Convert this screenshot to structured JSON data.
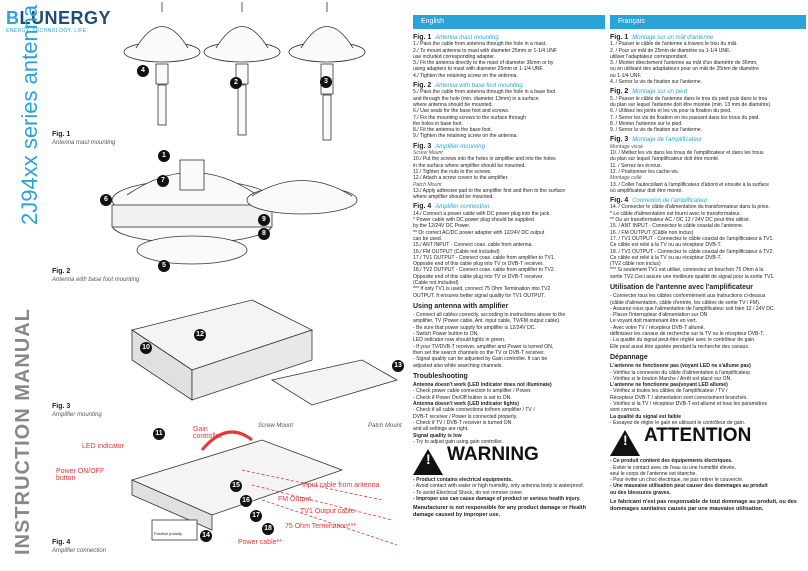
{
  "brand": {
    "logo_b": "B",
    "logo_rest": "LUNERGY",
    "tagline": "ENERGY. TECHNOLOGY. LIFE."
  },
  "manual_title": "INSTRUCTION MANUAL",
  "model_subtitle": "2J94xx series antenna",
  "figures": [
    {
      "label": "Fig. 1",
      "caption": "Antenna mast mounting"
    },
    {
      "label": "Fig. 2",
      "caption": "Antenna with base foot mounting"
    },
    {
      "label": "Fig. 3",
      "caption": "Amplifier mounting"
    },
    {
      "label": "Fig. 4",
      "caption": "Amplifier connection"
    }
  ],
  "fig3_labels": {
    "screw": "Screw Mount",
    "patch": "Patch Mount"
  },
  "fig4_callouts": {
    "led": "LED indicator",
    "gain": "Gain controller",
    "power": "Power ON/OFF button",
    "input": "Input cable from antenna",
    "fm": "FM Output",
    "tv1": "TV1 Output cable",
    "term": "75 Ohm Termination***",
    "powercable": "Power cable**",
    "polarity": "Positive polarity"
  },
  "english": {
    "header": "English",
    "fig1": {
      "title": "Fig. 1",
      "sub": "Antenna mast mounting",
      "lines": [
        "1./ Pass the cable from antenna through the hole in a mast.",
        "2./ To mount antenna to mast with diameter 25mm or 1-1/4 UNF",
        "     use included corresponding adapter.",
        "3./ Fit the antenna directly to the mast of diameter 36mm or by",
        "     using adapters to mast with diameter 25mm or 1-1/4 UNF.",
        "4./ Tighten the retaining screw on the antenna."
      ]
    },
    "fig2": {
      "title": "Fig. 2",
      "sub": "Antenna with base foot mounting",
      "lines": [
        "5./ Pass the cable from antenna through the hole in a base foot",
        "     and through the hole (min. diameter 13mm) in a surface",
        "     where antenna should be mounted.",
        "6./ Use seals for the base foot and screws.",
        "7./ Fix the mounting screws to the surface through",
        "     the holes in base foot.",
        "8./ Fit the antenna to the base foot.",
        "9./ Tighten the retaining screw on the antenna."
      ]
    },
    "fig3": {
      "title": "Fig. 3",
      "sub": "Amplifier mounting",
      "lines": [
        "Screw Mount",
        "10./ Put the screws into the holes in amplifier and into the holes",
        "      in the surface where amplifier should be mounted.",
        "11./ Tighten the nuts to the screws.",
        "12./ Attach a screw covers to the amplifier.",
        "Patch Mount",
        "13./ Apply adhesive pad to the amplifier first and then to the surface",
        "      where amplifier should be mounted."
      ]
    },
    "fig4": {
      "title": "Fig. 4",
      "sub": "Amplifier connection",
      "lines": [
        "14./ Connect a power cable with DC power plug into the jack.",
        "* Power cable with DC power plug should be supplied",
        "   by the 12/24V DC Power.",
        "** Or correct AC/DC power adapter with 12/24V DC output",
        "   can be used.",
        "15./ ANT INPUT - Connect coax. cable from antenna.",
        "16./ FM OUTPUT (Cable not included)",
        "17./ TV1 OUTPUT - Connect coax. cable from amplifier to TV1.",
        "      Opposite end of this cable plug into TV or DVB-T receiver.",
        "18./ TV2 OUTPUT - Connect coax. cable from amplifier to TV2.",
        "      Opposite end of this cable plug into TV or DVB-T receiver.",
        "      (Cable not included)",
        "*** If only TV1 is used, connect 75 Ohm Termination into TV2",
        "      OUTPUT. It ensures better signal quality for TV1 OUTPUT."
      ]
    },
    "using": {
      "title": "Using antenna with amplifier",
      "lines": [
        "- Connect all cables correctly, according to instructions above to the",
        "amplifier, TV (Power cable, Ant. input cable, TV/FM output cable).",
        "- Be sure that power supply for amplifier is 12/24V DC.",
        "- Switch Power button to ON,",
        "LED indicator now should lights in green.",
        "- If your TV/DVB-T receiver, amplifier and Power is turned ON,",
        "then set the search channels on the TV or DVB-T receiver.",
        "- Signal quality can be adjusted by Gain controller. It can be",
        "adjusted also while searching channels."
      ]
    },
    "trouble": {
      "title": "Troubleshooting",
      "lines": [
        {
          "t": "Antenna doesn't work (LED indicator does not illuminate)",
          "b": true
        },
        {
          "t": "- Check power cable connection to amplifier / Power.",
          "b": false
        },
        {
          "t": "- Check if Power On/Off button is set to ON.",
          "b": false
        },
        {
          "t": "Antenna doesn't work (LED indicator lights)",
          "b": true
        },
        {
          "t": "- Check if all cable connections to/from amplifier / TV /",
          "b": false
        },
        {
          "t": "  DVB-T receiver / Power is connected properly.",
          "b": false
        },
        {
          "t": "- Check if TV / DVB-T receiver is turned ON",
          "b": false
        },
        {
          "t": "  and all settings are right.",
          "b": false
        },
        {
          "t": "Signal quality is low",
          "b": true
        },
        {
          "t": "- Try to adjust gain using gain controller.",
          "b": false
        }
      ]
    },
    "warning": {
      "word": "WARNING",
      "lines": [
        {
          "t": "- Product contains electrical equipments.",
          "b": true
        },
        {
          "t": "- Avoid contact with water or high humidity, only antenna body is waterproof.",
          "b": false
        },
        {
          "t": "- To avoid Electrical Shock, do not remove cover.",
          "b": false
        },
        {
          "t": "- Improper use can cause damage of product or serious health injury.",
          "b": true
        }
      ],
      "footer": "Manufacturer is not responsible for any product damage or Health damage caused by improper use."
    }
  },
  "french": {
    "header": "Français",
    "fig1": {
      "title": "Fig. 1",
      "sub": "Montage sur un mât d'antenne",
      "lines": [
        "1. / Passer le câble de l'antenne à travers le trou du mât.",
        "2. / Pour un mât de 25mm de diamètre ou 1-1/4 UNF,",
        "utiliser l'adaptateur correspondant.",
        "3. / Monter directement l'antenne au mât d'un diamètre de 36mm,",
        "ou en utilisant des adaptateurs pour un mât de 25mm de diamètre",
        "ou 1-1/4 UNF.",
        "4. / Serrer la vis de fixation sur l'antenne."
      ]
    },
    "fig2": {
      "title": "Fig. 2",
      "sub": "Montage sur un pied",
      "lines": [
        "5. / Passer le câble de l'antenne dans le trou du pied puis dans le trou",
        "du plan sur lequel l'antenne doit être montée (min. 13 mm de diamètre).",
        "6. / Utilisez les joints et les vis pour la fixation du pied.",
        "7. / Serrer les vis de fixation en les passant dans les trous du pied.",
        "8. / Monter l'antenne sur le pied.",
        "9. / Serrer la vis de fixation sur l'antenne."
      ]
    },
    "fig3": {
      "title": "Fig. 3",
      "sub": "Montage de l'amplificateur",
      "lines": [
        "Montage vissé",
        "10. / Mettez les vis dans les trous de l'amplificateur et dans les trous",
        "du plan sur lequel l'amplificateur doit être monté.",
        "11. / Serrez les écrous.",
        "12. / Positionner les cache-vis.",
        "Montage collé",
        "13. / Coller l'autocollant à l'amplificateur d'abord et ensuite à la surface",
        "où amplificateur doit être monté."
      ]
    },
    "fig4": {
      "title": "Fig. 4",
      "sub": "Connexion de l'amplificateur",
      "lines": [
        "14. / Connecter le câble d'alimentation du transformateur dans la prise.",
        "* Le câble d'alimentation est fourni avec le transformateur.",
        "** Ou un transformateur AC / DC 12 / 24V DC peut être utilisé.",
        "15. / ANT INPUT - Connectez le câble coaxial de l'antenne.",
        "16. / FM OUTPUT (Câble non inclus)",
        "17. / TV1 OUTPUT - Connectez le câble coaxial de l'amplificateur à TV1.",
        "Ce câble est relié à la TV ou au récepteur DVB-T.",
        "18. / TV2 OUTPUT - Connectez le câble coaxial de l'amplificateur à TV2.",
        "Ce câble est relié à la TV ou au récepteur DVB-T.",
        "(TV2 câble non inclus)",
        "*** Si seulement TV1 est utilisé, connectez un bouchon 75 Ohm à la",
        "sortie TV2.Ceci assure une meilleure qualité de signal pour la sortie TV1."
      ]
    },
    "using": {
      "title": "Utilisation de l'antenne avec l'amplificateur",
      "lines": [
        "- Connecter tous les câbles conformément aux instructions ci-dessus",
        "(câble d'alimentation, câble d'entrée, les câbles de sortie TV / FM).",
        "- Assurez-vous que l'alimentation de l'amplificateur soit bien 12 / 24V DC.",
        "- Placer l'interrupteur d'alimentation sur ON",
        "Le voyant doit maintenant être en vert.",
        "- Avec votre TV / récepteur DVB-T allumé,",
        "définissez les canaux de recherche sur la TV ou le récepteur DVB-T.",
        "- La qualité du signal peut-être réglée avec le contrôleur de gain.",
        "Elle peut aussi être ajustée pendant la recherche des canaux."
      ]
    },
    "depannage": {
      "title": "Dépannage",
      "lines": [
        {
          "t": "L'antenne ne fonctionne pas (voyant LED ne s'allume pas)",
          "b": true
        },
        {
          "t": "- Vérifiez la connexion du câble d'alimentation à l'amplificateur.",
          "b": false
        },
        {
          "t": "- Vérifiez si le bouton Marche / Arrêt est placé sur ON.",
          "b": false
        },
        {
          "t": "L'antenne ne fonctionne pas(voyant LED allumé)",
          "b": true
        },
        {
          "t": "- Vérifiez si toutes les câbles de l'amplificateur / TV /",
          "b": false
        },
        {
          "t": "  Récepteur DVB-T / alimentation sont correctement branchés.",
          "b": false
        },
        {
          "t": "- Vérifiez si la TV / récepteur DVB-T est allumé et tous les paramètres",
          "b": false
        },
        {
          "t": "  sont corrects.",
          "b": false
        },
        {
          "t": "La qualité du signal est faible",
          "b": true
        },
        {
          "t": "- Essayez de régler le gain en utilisant le contrôleur de gain.",
          "b": false
        }
      ]
    },
    "attention": {
      "word": "ATTENTION",
      "lines": [
        {
          "t": "- Ce produit contient des équipements électriques.",
          "b": true
        },
        {
          "t": "- Eviter le contact avec de l'eau ou une humidité élevée,",
          "b": false
        },
        {
          "t": "seul le corps de l'antenne est étanche.",
          "b": false
        },
        {
          "t": "- Pour éviter un choc électrique, ne pas retirer le couvercle.",
          "b": false
        },
        {
          "t": "- Une mauvaise utilisation peut causer des dommages au produit",
          "b": true
        },
        {
          "t": "ou des blessures graves.",
          "b": true
        }
      ],
      "footer": "Le fabricant n'est pas responsable de tout dommage au produit, ou des dommages sanitaires causés par une mauvaise utilisation."
    }
  }
}
